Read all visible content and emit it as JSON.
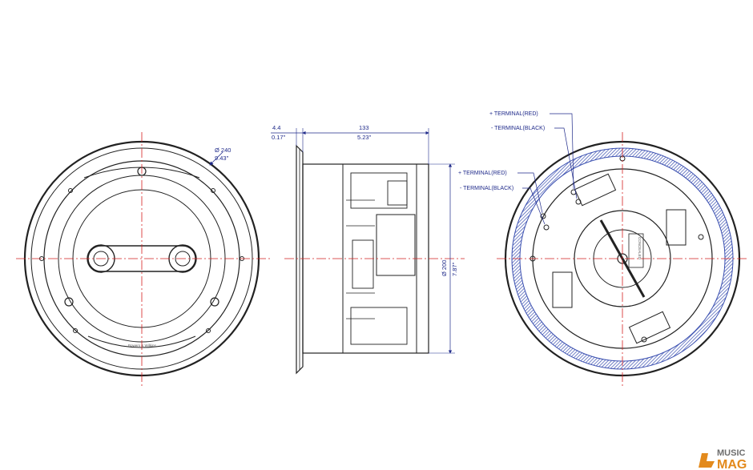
{
  "front_view": {
    "diameter_mm": "Ø 240",
    "diameter_in": "9.43\"",
    "grille_brand": "Bowers & Wilkins"
  },
  "side_view": {
    "flange_mm": "4.4",
    "flange_in": "0.17\"",
    "depth_mm": "133",
    "depth_in": "5.23\"",
    "cutout_mm": "Ø 200",
    "cutout_in": "7.87\""
  },
  "rear_view": {
    "terminal_red_upper": "+ TERMINAL(RED)",
    "terminal_black_upper": "- TERMINAL(BLACK)",
    "terminal_red_lower": "+ TERMINAL(RED)",
    "terminal_black_lower": "- TERMINAL(BLACK)",
    "label_text": "CONCEALED"
  },
  "watermark": {
    "line1": "MUSIC",
    "line2": "MAG"
  },
  "colors": {
    "outline": "#222222",
    "centerline": "#d42020",
    "dimension": "#1f2a8a",
    "ring": "#3a4fb0"
  }
}
